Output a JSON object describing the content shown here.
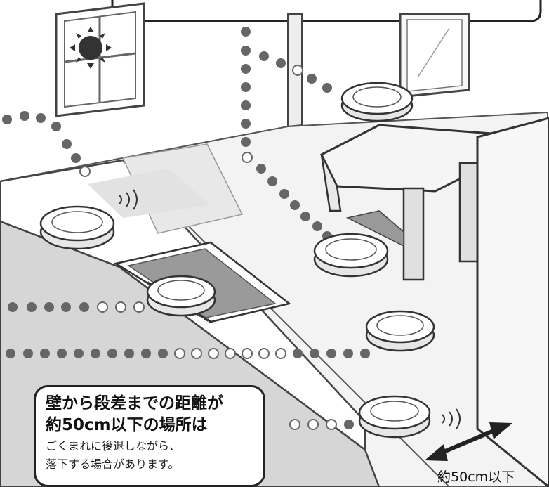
{
  "callout": {
    "heading_line1": "壁から段差までの距離が",
    "heading_line2": "約50cm以下の場所は",
    "body_line1": "ごくまれに後退しながら、",
    "body_line2": "落下する場合があります。"
  },
  "distance_label": "約50cm以下",
  "colors": {
    "outline": "#222222",
    "floor": "#f3f3f3",
    "rug": "#9a9a9a",
    "robot": "#ffffff"
  }
}
